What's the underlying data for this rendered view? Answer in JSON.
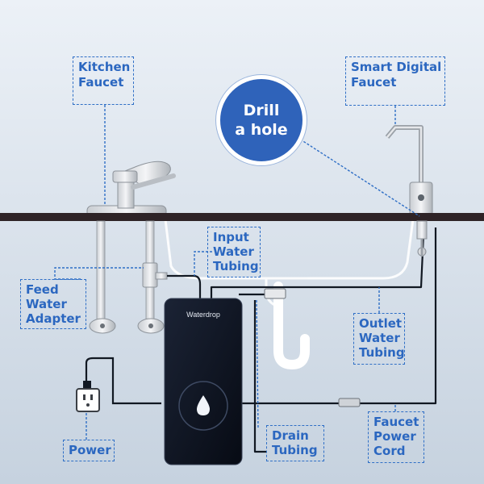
{
  "labels": {
    "kitchen_faucet": [
      "Kitchen",
      "Faucet"
    ],
    "smart_faucet": [
      "Smart Digital",
      "Faucet"
    ],
    "drill_hole": [
      "Drill",
      "a hole"
    ],
    "input_tubing": [
      "Input",
      "Water",
      "Tubing"
    ],
    "feed_adapter": [
      "Feed",
      "Water",
      "Adapter"
    ],
    "outlet_tubing": [
      "Outlet",
      "Water",
      "Tubing"
    ],
    "drain_tubing": [
      "Drain",
      "Tubing"
    ],
    "power": [
      "Power"
    ],
    "faucet_cord": [
      "Faucet",
      "Power",
      "Cord"
    ]
  },
  "device": {
    "brand": "Waterdrop"
  },
  "colors": {
    "callout": "#2b67c0",
    "drill_badge": "#2f63ba",
    "counter": "#2e2326",
    "device": "#0f1626",
    "background_top": "#ecf1f7",
    "background_bottom": "#c3d0de"
  }
}
